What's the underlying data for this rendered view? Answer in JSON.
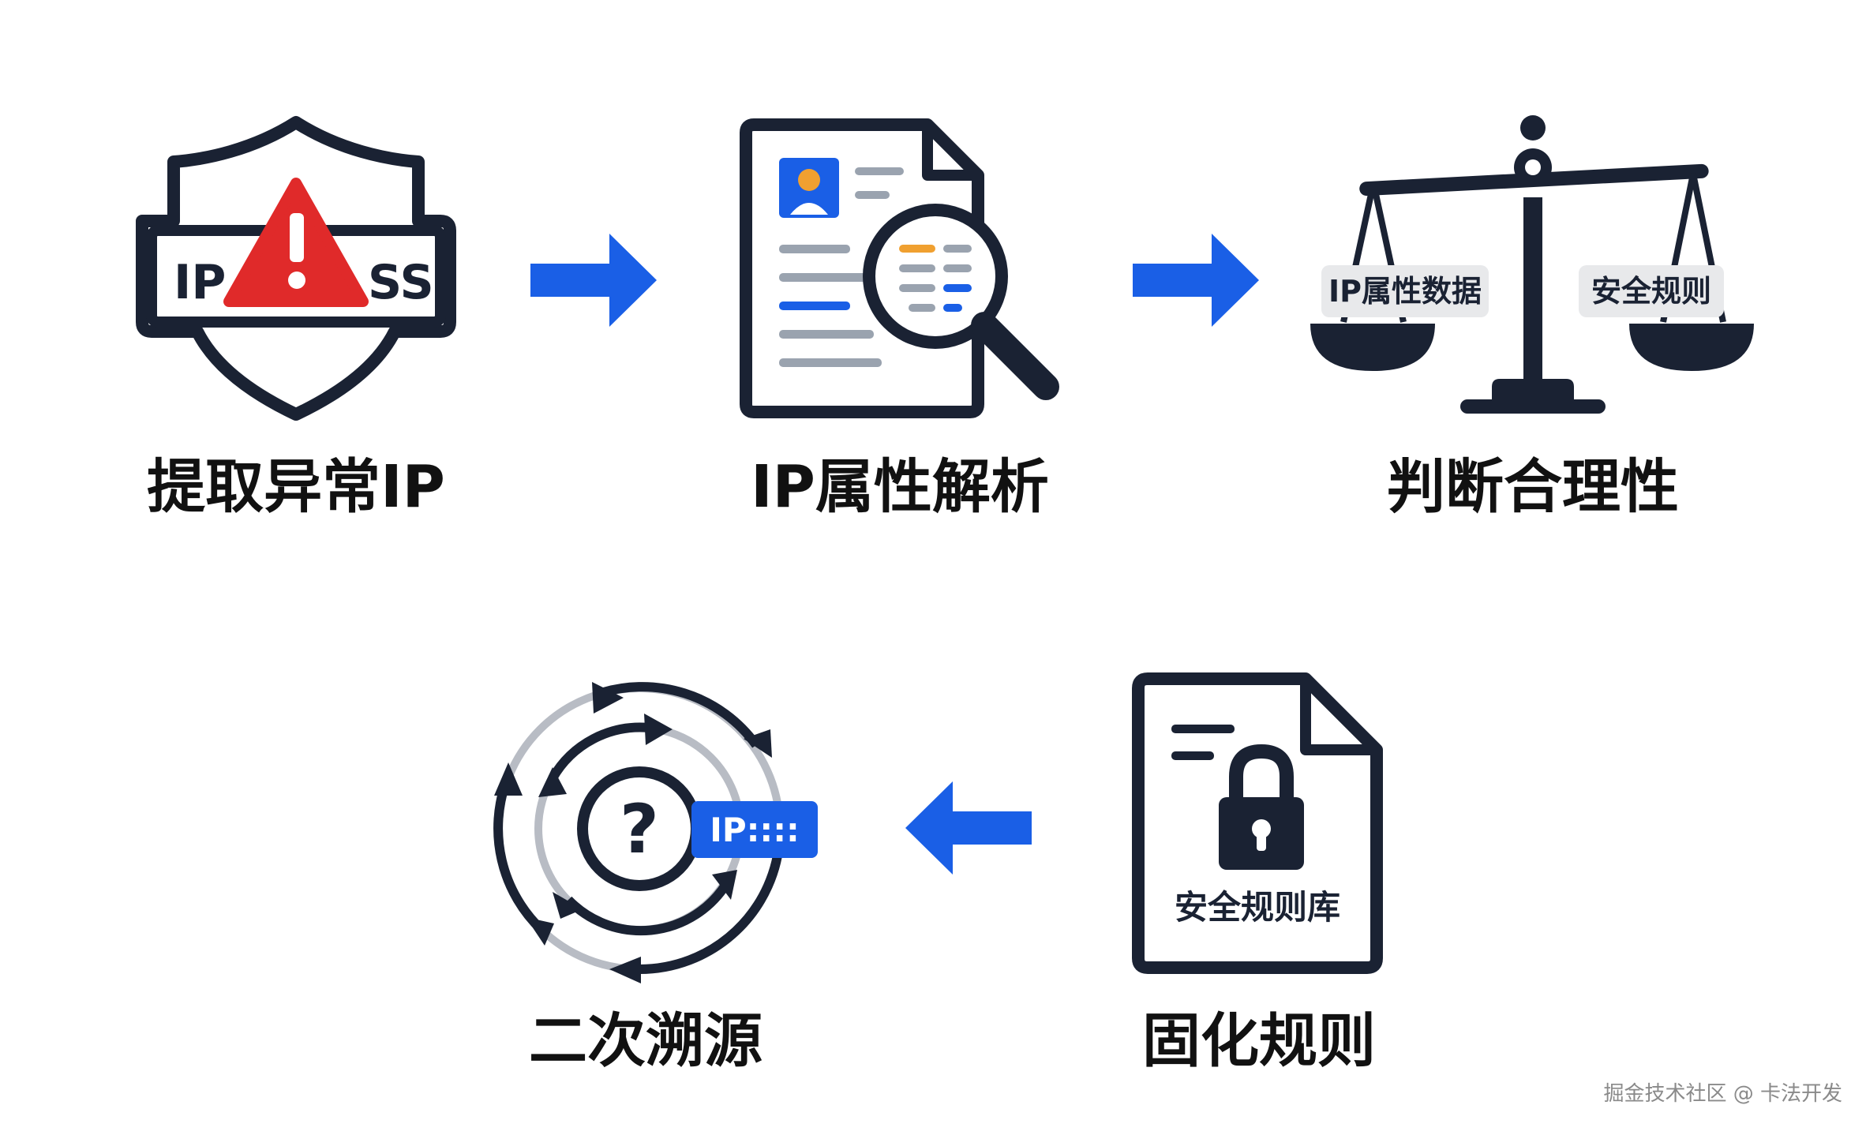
{
  "steps": [
    {
      "label": "提取异常IP",
      "icon": "shield-warning-icon",
      "banner_left": "IP",
      "banner_right": "SS"
    },
    {
      "label": "IP属性解析",
      "icon": "document-magnifier-icon"
    },
    {
      "label": "判断合理性",
      "icon": "balance-scale-icon",
      "left_pan": "IP属性数据",
      "right_pan": "安全规则"
    },
    {
      "label": "固化规则",
      "icon": "locked-document-icon",
      "doc_caption": "安全规则库"
    },
    {
      "label": "二次溯源",
      "icon": "cycle-question-icon",
      "tag_text": "IP::::"
    }
  ],
  "arrow_icons": [
    "arrow-right-icon",
    "arrow-right-icon",
    "arrow-left-icon"
  ],
  "colors": {
    "arrow": "#1a5fe6",
    "ink": "#1a2233",
    "warning": "#e02a2a",
    "tag": "#1a5fe6"
  },
  "watermark": "掘金技术社区 @ 卡法开发"
}
